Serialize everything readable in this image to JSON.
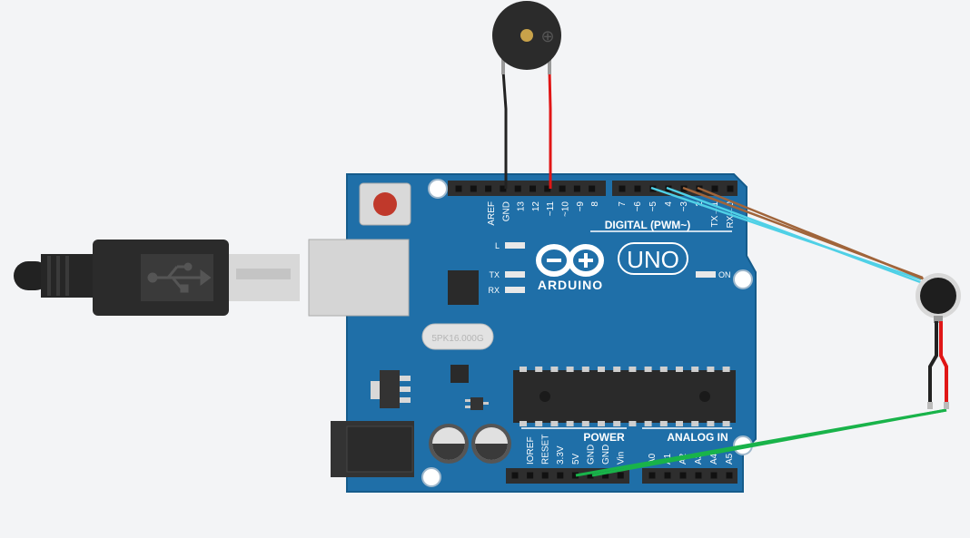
{
  "colors": {
    "board": "#1f6fa8",
    "board_edge": "#155b8b",
    "wire_black": "#222222",
    "wire_red": "#e01616",
    "wire_cyan": "#4fd0e6",
    "wire_brown": "#a0643a",
    "wire_green": "#19b34a",
    "background": "#f3f4f6"
  },
  "board": {
    "brand": "ARDUINO",
    "model": "UNO",
    "crystal": "5PK16.000G",
    "digital_header_title": "DIGITAL (PWM~)",
    "power_header_title": "POWER",
    "analog_header_title": "ANALOG IN",
    "leds": {
      "l": "L",
      "tx": "TX",
      "rx": "RX",
      "on": "ON"
    },
    "top_left_pins": [
      "AREF",
      "GND",
      "13",
      "12",
      "~11",
      "~10",
      "~9",
      "8"
    ],
    "top_right_pins": [
      "7",
      "~6",
      "~5",
      "4",
      "~3",
      "2",
      "TX→1",
      "RX←0"
    ],
    "power_pins": [
      "IOREF",
      "RESET",
      "3.3V",
      "5V",
      "GND",
      "GND",
      "Vin"
    ],
    "analog_pins": [
      "A0",
      "A1",
      "A2",
      "A3",
      "A4",
      "A5"
    ]
  },
  "components": {
    "buzzer_icon": "piezo-buzzer-icon",
    "motor_icon": "vibration-motor-icon",
    "usb_icon": "usb-symbol-icon",
    "buzzer_plus": "⊕"
  }
}
